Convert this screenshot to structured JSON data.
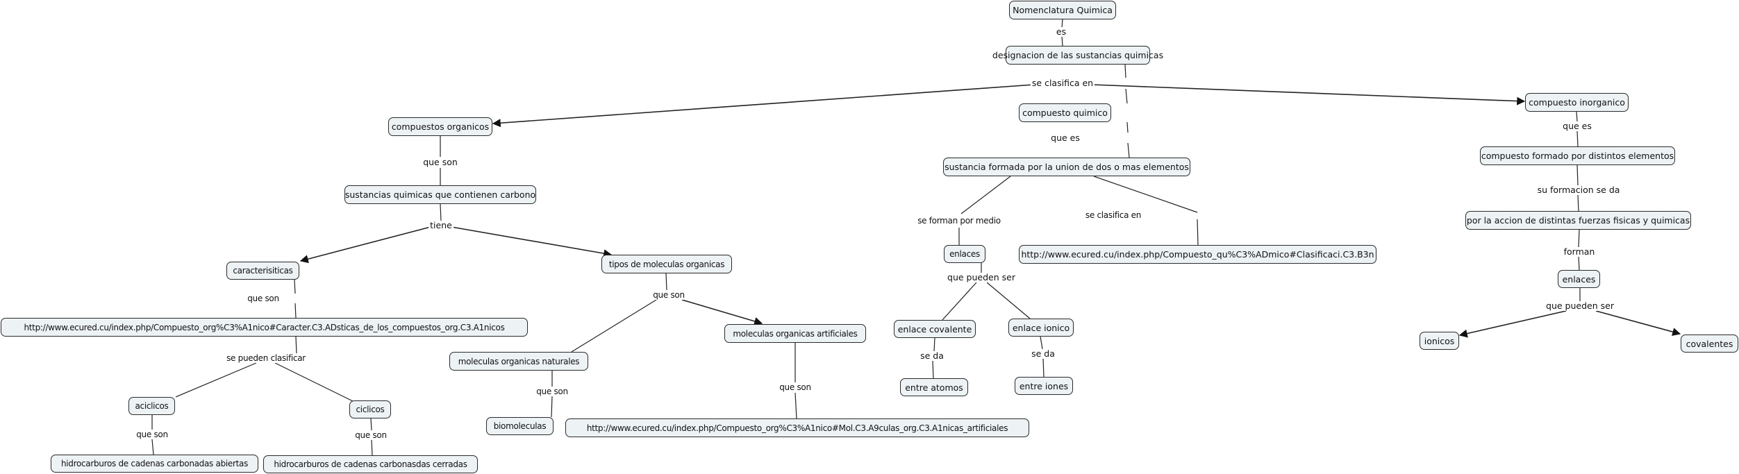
{
  "title": "Nomenclatura Quimica",
  "colors": {
    "node_fill": "#edf2f4",
    "node_border": "#2a2a2a",
    "line": "#222222",
    "background": "#ffffff"
  },
  "nodes": {
    "n_root": "Nomenclatura Quimica",
    "n_desig": "designacion de las sustancias quimicas",
    "n_org": "compuestos organicos",
    "n_cq": "compuesto quimico",
    "n_inorg": "compuesto inorganico",
    "n_susc": "sustancias quimicas que contienen carbono",
    "n_suf": "sustancia formada por la union de dos o mas elementos",
    "n_cfde": "compuesto formado por distintos elementos",
    "n_pla": "por la accion de distintas fuerzas fisicas y quimicas",
    "n_car": "caracterisiticas",
    "n_tipos": "tipos de moleculas organicas",
    "n_enl1": "enlaces",
    "n_url_qu": "http://www.ecured.cu/index.php/Compuesto_qu%C3%ADmico#Clasificaci.C3.B3n",
    "n_enl2": "enlaces",
    "n_url_car": "http://www.ecured.cu/index.php/Compuesto_org%C3%A1nico#Caracter.C3.ADsticas_de_los_compuestos_org.C3.A1nicos",
    "n_mart": "moleculas organicas artificiales",
    "n_enlcov": "enlace covalente",
    "n_enlion": "enlace ionico",
    "n_ionicos": "ionicos",
    "n_covalentes": "covalentes",
    "n_mnat": "moleculas organicas naturales",
    "n_entat": "entre atomos",
    "n_ention": "entre iones",
    "n_acic": "aciclicos",
    "n_cic": "ciclicos",
    "n_bio": "biomoleculas",
    "n_url_mol": "http://www.ecured.cu/index.php/Compuesto_org%C3%A1nico#Mol.C3.A9culas_org.C3.A1nicas_artificiales",
    "n_hab": "hidrocarburos de cadenas carbonadas abiertas",
    "n_hce": "hidrocarburos de cadenas carbonasdas cerradas"
  },
  "links": {
    "l_es": "es",
    "l_seclas": "se clasifica en",
    "l_queson1": "que son",
    "l_quees1": "que es",
    "l_quees2": "que es",
    "l_tiene": "tiene",
    "l_sufd": "su formacion se da",
    "l_sfpm": "se forman por medio",
    "l_seclas2": "se clasifica en",
    "l_queson2": "que son",
    "l_queson3": "que son",
    "l_forman": "forman",
    "l_qps1": "que pueden ser",
    "l_qps2": "que pueden ser",
    "l_spc": "se pueden clasificar",
    "l_seda1": "se da",
    "l_seda2": "se da",
    "l_queson4": "que son",
    "l_queson5": "que son",
    "l_queson6": "que son",
    "l_queson7": "que son"
  }
}
